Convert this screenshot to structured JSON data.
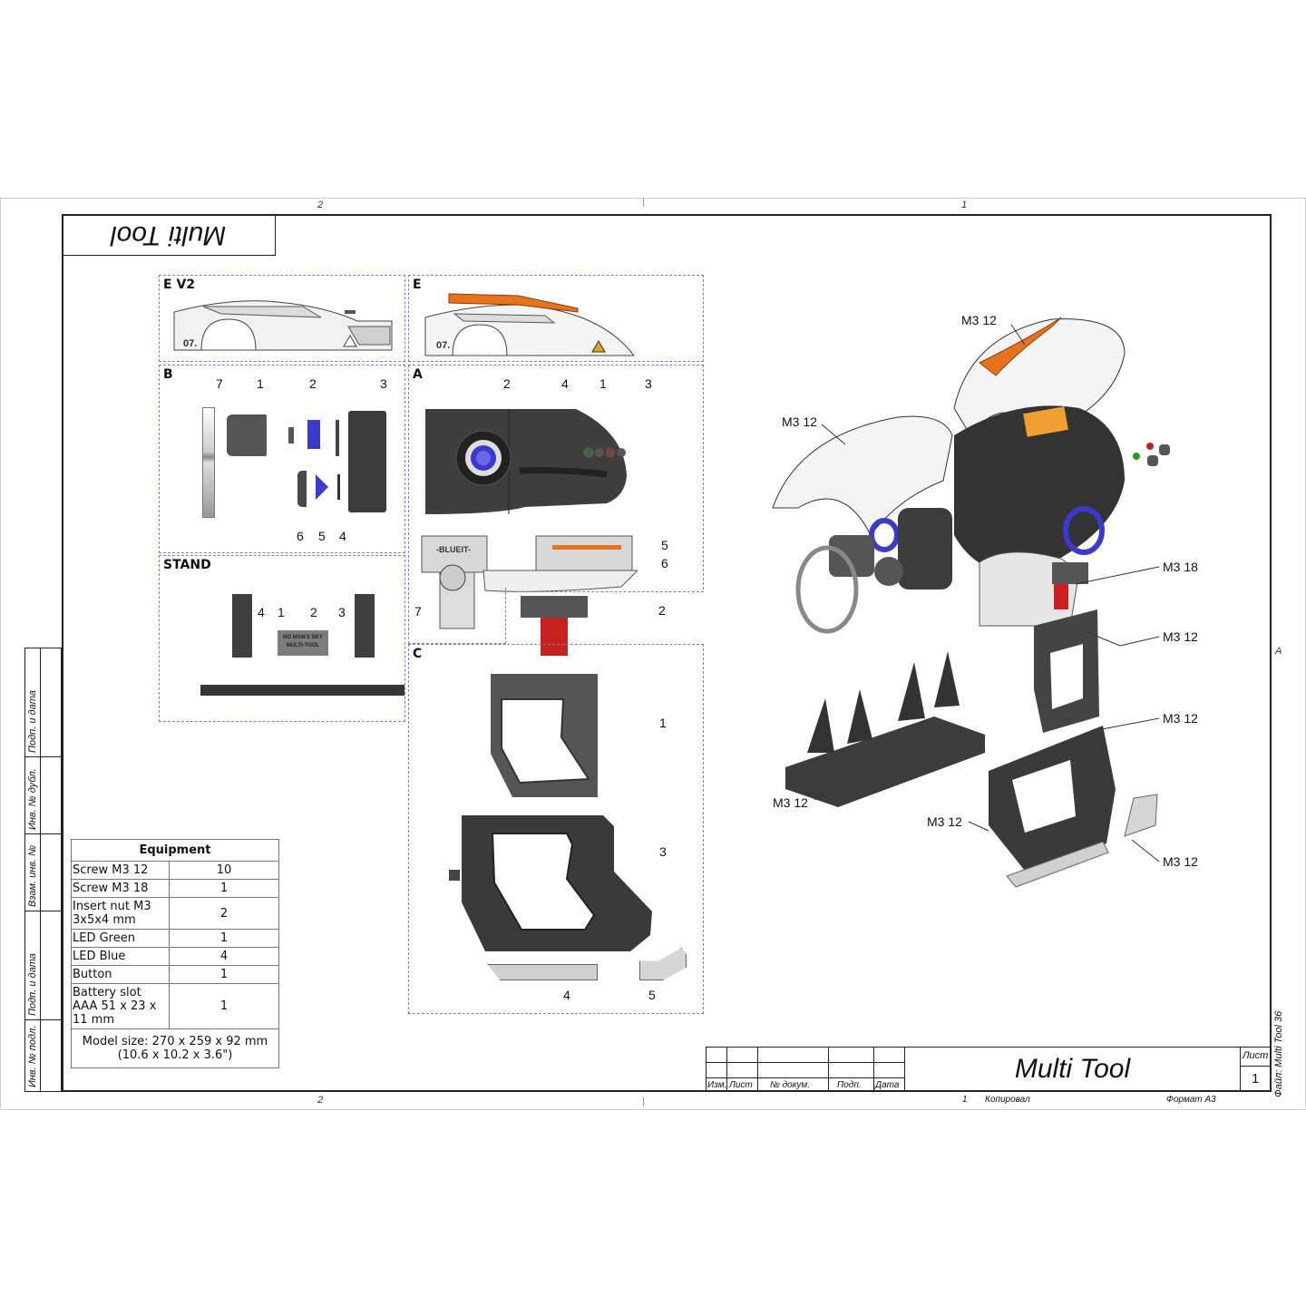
{
  "drawing": {
    "title_upside_down": "Multi Tool",
    "zone_columns": [
      "2",
      "1"
    ],
    "zone_row": "A",
    "file_label": "Файл: Multi Tool 36"
  },
  "views": {
    "e_v2": {
      "label": "E V2"
    },
    "e": {
      "label": "E"
    },
    "b": {
      "label": "B",
      "callouts": [
        "7",
        "1",
        "2",
        "3",
        "6",
        "5",
        "4"
      ]
    },
    "a": {
      "label": "A",
      "callouts": [
        "2",
        "4",
        "1",
        "3",
        "5",
        "6",
        "7",
        "2"
      ]
    },
    "stand": {
      "label": "STAND",
      "callouts": [
        "4",
        "1",
        "2",
        "3"
      ],
      "plate_text_line1": "NO MAN'S SKY",
      "plate_text_line2": "MULTI-TOOL"
    },
    "c": {
      "label": "C",
      "callouts": [
        "1",
        "3",
        "4",
        "5"
      ]
    }
  },
  "assembly_callouts": [
    "M3 12",
    "M3 12",
    "M3 18",
    "M3 12",
    "M3 12",
    "M3 12",
    "M3 12",
    "M3 12"
  ],
  "side_strip": [
    "Подп. и дата",
    "Инв. № дубл.",
    "Взам. инв. №",
    "Подп. и дата",
    "Инв. № подл."
  ],
  "equipment": {
    "title": "Equipment",
    "rows": [
      {
        "item": "Screw M3 12",
        "qty": "10"
      },
      {
        "item": "Screw M3 18",
        "qty": "1"
      },
      {
        "item": "Insert nut M3 3x5x4 mm",
        "qty": "2"
      },
      {
        "item": "LED Green",
        "qty": "1"
      },
      {
        "item": "LED Blue",
        "qty": "4"
      },
      {
        "item": "Button",
        "qty": "1"
      },
      {
        "item": "Battery slot AAA 51 x 23 x 11 mm",
        "qty": "1"
      }
    ],
    "footer_line1": "Model size: 270 x 259 x 92 mm",
    "footer_line2": "(10.6 x 10.2 x 3.6\")"
  },
  "stamp": {
    "headers": [
      "Изм.",
      "Лист",
      "№ докум.",
      "Подп.",
      "Дата"
    ],
    "title": "Multi Tool",
    "sheet_label": "Лист",
    "sheet_number": "1",
    "copied_by_num": "1",
    "copied_by": "Копировал",
    "format": "Формат A3"
  },
  "colors": {
    "frame": "#222222",
    "view_border": "#7a7adf",
    "part_dark": "#3a3a3a",
    "part_light": "#e6e6e6",
    "accent_orange": "#e8731e",
    "accent_blue": "#3a3acc",
    "accent_red": "#c8201e"
  }
}
